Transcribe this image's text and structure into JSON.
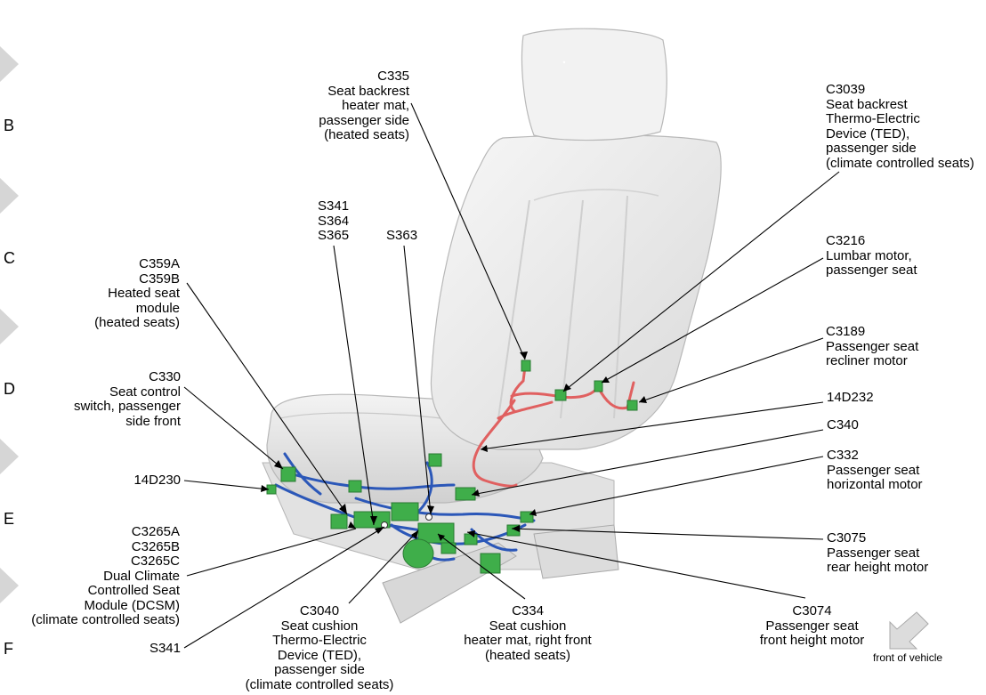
{
  "grid_rows": [
    "B",
    "C",
    "D",
    "E",
    "F"
  ],
  "front_of_vehicle": "front of vehicle",
  "colors": {
    "harness_red": "#e06060",
    "harness_blue": "#2b57b8",
    "connector_green": "#3fae4a",
    "seat_fill": "#ececec",
    "seat_edge": "#b8b8b8"
  },
  "callouts": {
    "c335": [
      "C335",
      "Seat backrest",
      "heater mat,",
      "passenger side",
      "(heated seats)"
    ],
    "c3039": [
      "C3039",
      "Seat backrest",
      "Thermo-Electric",
      "Device (TED),",
      "passenger side",
      "(climate controlled seats)"
    ],
    "s341_group": [
      "S341",
      "S364",
      "S365"
    ],
    "s363": [
      "S363"
    ],
    "c3216": [
      "C3216",
      "Lumbar motor,",
      "passenger seat"
    ],
    "c359": [
      "C359A",
      "C359B",
      "Heated seat",
      "module",
      "(heated seats)"
    ],
    "c3189": [
      "C3189",
      "Passenger seat",
      "recliner motor"
    ],
    "c330": [
      "C330",
      "Seat control",
      "switch, passenger",
      "side front"
    ],
    "d14d232": [
      "14D232"
    ],
    "c340": [
      "C340"
    ],
    "c332": [
      "C332",
      "Passenger seat",
      "horizontal motor"
    ],
    "d14d230": [
      "14D230"
    ],
    "c3265": [
      "C3265A",
      "C3265B",
      "C3265C",
      "Dual Climate",
      "Controlled Seat",
      "Module (DCSM)",
      "(climate controlled seats)"
    ],
    "c3075": [
      "C3075",
      "Passenger seat",
      "rear height motor"
    ],
    "c3040": [
      "C3040",
      "Seat cushion",
      "Thermo-Electric",
      "Device (TED),",
      "passenger side",
      "(climate controlled seats)"
    ],
    "c334": [
      "C334",
      "Seat cushion",
      "heater mat, right front",
      "(heated seats)"
    ],
    "c3074": [
      "C3074",
      "Passenger seat",
      "front height motor"
    ],
    "s341": [
      "S341"
    ]
  }
}
